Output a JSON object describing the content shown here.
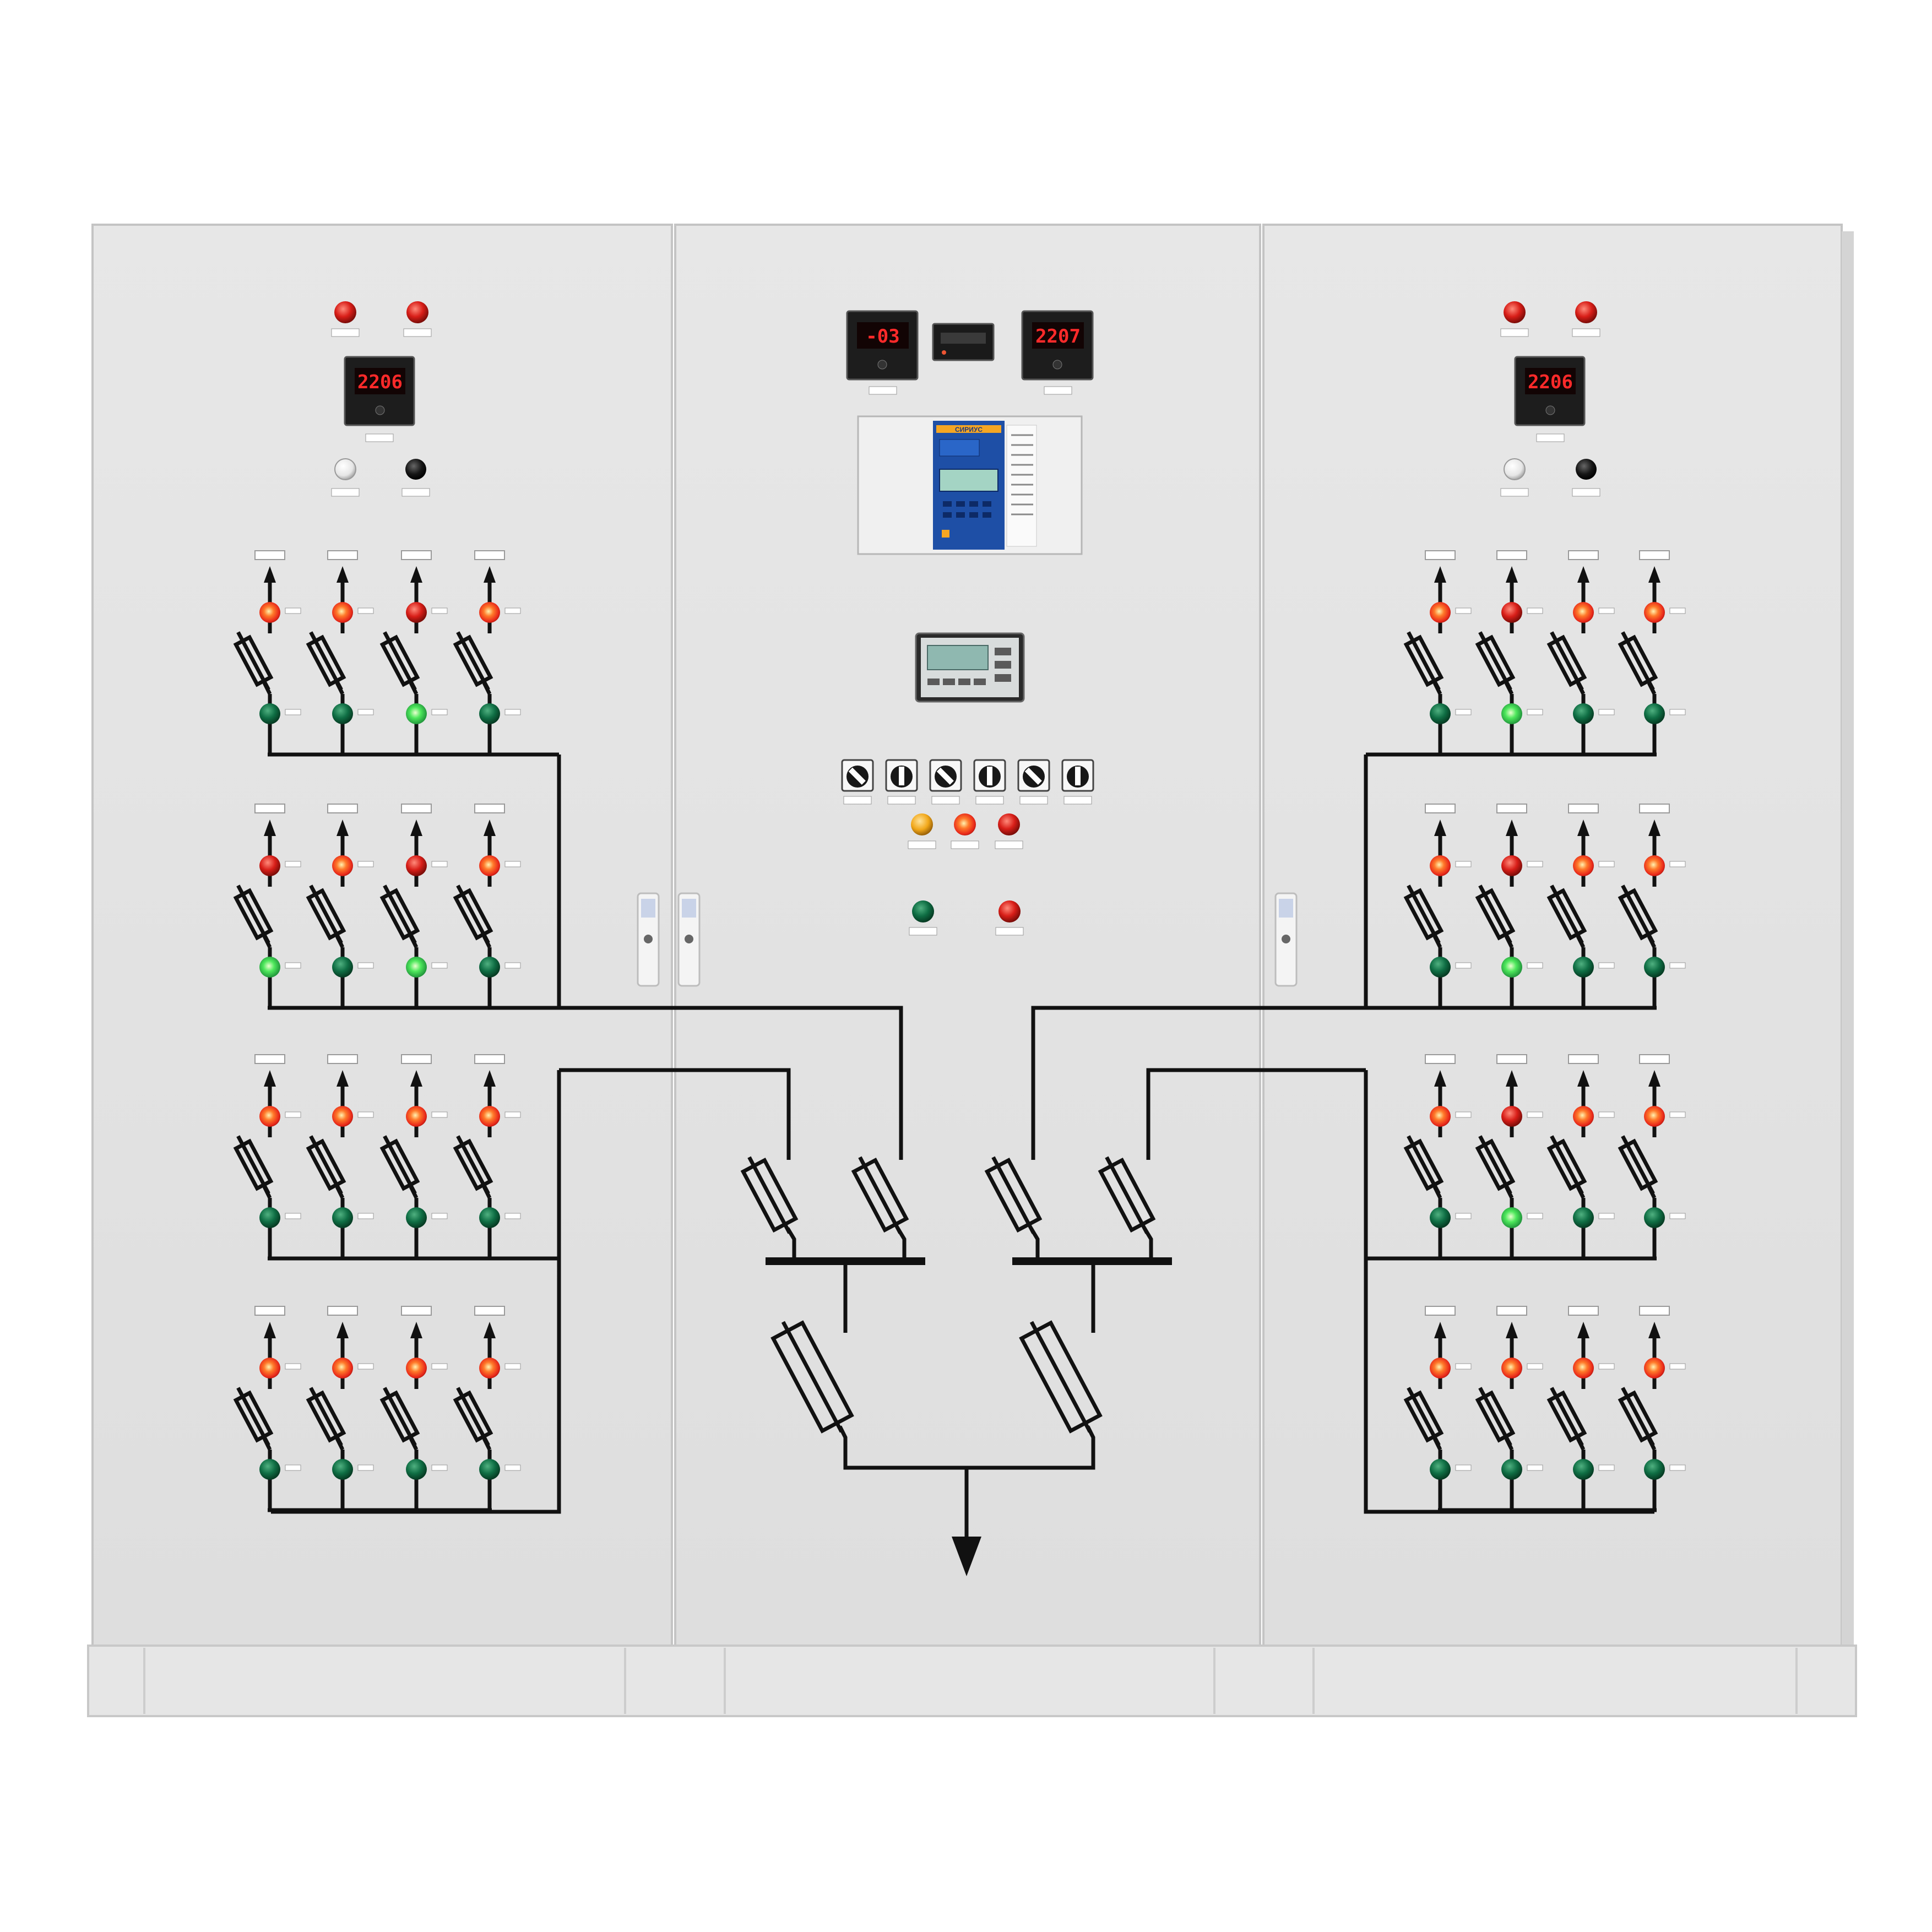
{
  "panels": {
    "left": {
      "voltage_meter": "2206",
      "top_lamps": [
        "red",
        "red"
      ],
      "buttons": [
        "white",
        "black"
      ]
    },
    "center": {
      "meter_left": "-03",
      "meter_right": "2207",
      "relay_brand": "СИРИУС",
      "switches": 6,
      "lamps_row": [
        "yellow",
        "red",
        "red"
      ],
      "bottom_lamps": [
        "green",
        "red"
      ]
    },
    "right": {
      "voltage_meter": "2206",
      "top_lamps": [
        "red",
        "red"
      ],
      "buttons": [
        "white",
        "black"
      ]
    }
  },
  "feeder_rows": {
    "left": [
      {
        "top": [
          "red-on",
          "red-on",
          "red",
          "red-on"
        ],
        "bottom": [
          "green",
          "green",
          "green-on",
          "green"
        ]
      },
      {
        "top": [
          "red",
          "red-on",
          "red",
          "red-on"
        ],
        "bottom": [
          "green-on",
          "green",
          "green-on",
          "green"
        ]
      },
      {
        "top": [
          "red-on",
          "red-on",
          "red-on",
          "red-on"
        ],
        "bottom": [
          "green",
          "green",
          "green",
          "green"
        ]
      },
      {
        "top": [
          "red-on",
          "red-on",
          "red-on",
          "red-on"
        ],
        "bottom": [
          "green",
          "green",
          "green",
          "green"
        ]
      }
    ],
    "right": [
      {
        "top": [
          "red-on",
          "red",
          "red-on",
          "red-on"
        ],
        "bottom": [
          "green",
          "green-on",
          "green",
          "green"
        ]
      },
      {
        "top": [
          "red-on",
          "red",
          "red-on",
          "red-on"
        ],
        "bottom": [
          "green",
          "green-on",
          "green",
          "green"
        ]
      },
      {
        "top": [
          "red-on",
          "red",
          "red-on",
          "red-on"
        ],
        "bottom": [
          "green",
          "green-on",
          "green",
          "green"
        ]
      },
      {
        "top": [
          "red-on",
          "red-on",
          "red-on",
          "red-on"
        ],
        "bottom": [
          "green",
          "green",
          "green",
          "green"
        ]
      }
    ]
  },
  "colors": {
    "cabinet": "#e4e4e4",
    "cabinet_edge": "#c9c9c9",
    "line": "#111111",
    "led_red": "#e0241b",
    "led_red_on": "#ff5a2a",
    "led_green": "#127a4a",
    "led_green_on": "#3fe05a",
    "led_yellow": "#f2b21a",
    "meter_text": "#ff2a2a",
    "relay_blue": "#1e4fa6"
  }
}
